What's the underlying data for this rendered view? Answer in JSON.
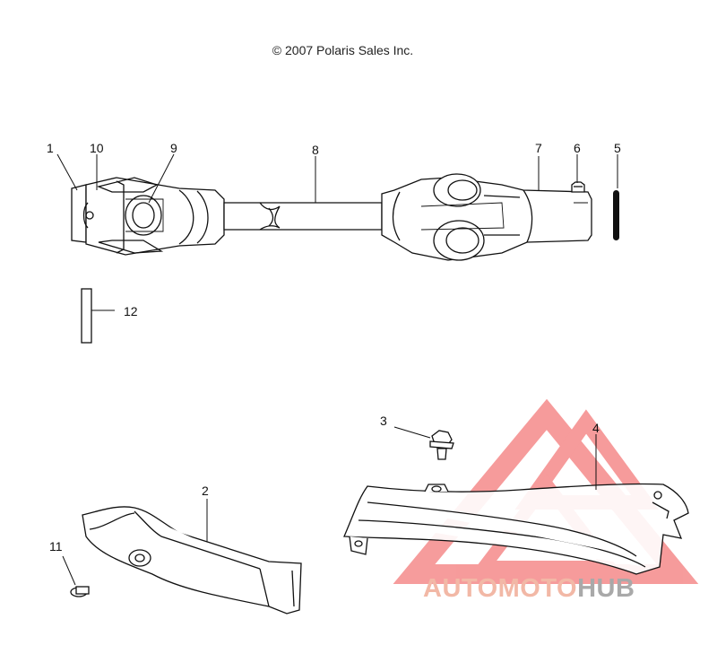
{
  "copyright": "© 2007 Polaris Sales Inc.",
  "callouts": [
    {
      "id": "c1",
      "label": "1"
    },
    {
      "id": "c10",
      "label": "10"
    },
    {
      "id": "c9",
      "label": "9"
    },
    {
      "id": "c8",
      "label": "8"
    },
    {
      "id": "c7",
      "label": "7"
    },
    {
      "id": "c6",
      "label": "6"
    },
    {
      "id": "c5",
      "label": "5"
    },
    {
      "id": "c12",
      "label": "12"
    },
    {
      "id": "c3",
      "label": "3"
    },
    {
      "id": "c4",
      "label": "4"
    },
    {
      "id": "c2",
      "label": "2"
    },
    {
      "id": "c11",
      "label": "11"
    }
  ],
  "watermark": {
    "part1": "AUTOMOTO",
    "part2": "HUB",
    "color1": "#f2b8a6",
    "color2": "#a9a9a9",
    "logo_color": "#ef4a4a"
  }
}
